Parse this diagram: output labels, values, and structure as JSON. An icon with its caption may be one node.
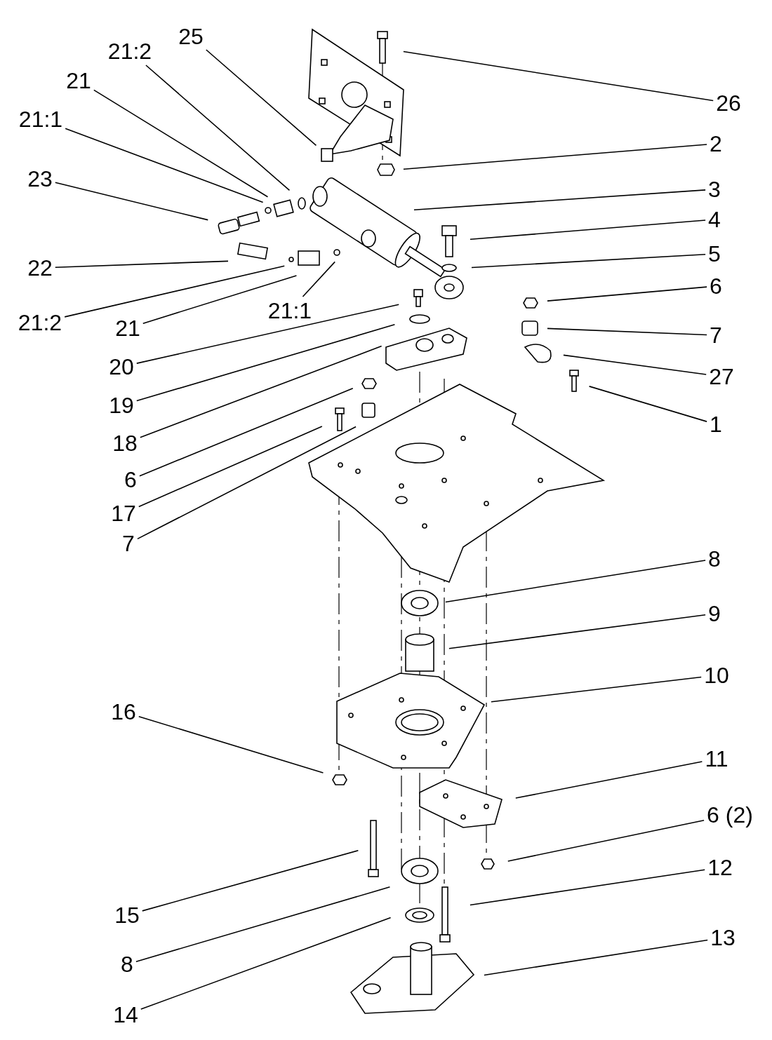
{
  "diagram": {
    "nodes": [
      {
        "text": [
          "25"
        ]
      },
      {
        "text": [
          "21:2"
        ]
      },
      {
        "text": [
          "21"
        ]
      },
      {
        "text": [
          "26"
        ]
      },
      {
        "text": [
          "21:1"
        ]
      },
      {
        "text": [
          "2"
        ]
      },
      {
        "text": [
          "23"
        ]
      },
      {
        "text": [
          "3"
        ]
      },
      {
        "text": [
          "4"
        ]
      },
      {
        "text": [
          "22"
        ]
      },
      {
        "text": [
          "5"
        ]
      },
      {
        "text": [
          "21:2"
        ]
      },
      {
        "text": [
          "21"
        ]
      },
      {
        "text": [
          "21:1"
        ]
      },
      {
        "text": [
          "6"
        ]
      },
      {
        "text": [
          "20"
        ]
      },
      {
        "text": [
          "7"
        ]
      },
      {
        "text": [
          "19"
        ]
      },
      {
        "text": [
          "27"
        ]
      },
      {
        "text": [
          "18"
        ]
      },
      {
        "text": [
          "1"
        ]
      },
      {
        "text": [
          "6"
        ]
      },
      {
        "text": [
          "17"
        ]
      },
      {
        "text": [
          "7"
        ]
      },
      {
        "text": [
          "8"
        ]
      },
      {
        "text": [
          "9"
        ]
      },
      {
        "text": [
          "10"
        ]
      },
      {
        "text": [
          "16"
        ]
      },
      {
        "text": [
          "11"
        ]
      },
      {
        "text": [
          "6 (2)"
        ]
      },
      {
        "text": [
          "12"
        ]
      },
      {
        "text": [
          "15"
        ]
      },
      {
        "text": [
          "8"
        ]
      },
      {
        "text": [
          "13"
        ]
      },
      {
        "text": [
          "14"
        ]
      }
    ],
    "edges": [
      {
        "from": 0,
        "to": null,
        "arrow": "none"
      },
      {
        "from": 1,
        "to": null,
        "arrow": "none"
      },
      {
        "from": 2,
        "to": null,
        "arrow": "none"
      },
      {
        "from": 3,
        "to": null,
        "arrow": "none"
      },
      {
        "from": 4,
        "to": null,
        "arrow": "none"
      },
      {
        "from": 5,
        "to": null,
        "arrow": "none"
      },
      {
        "from": 6,
        "to": null,
        "arrow": "none"
      },
      {
        "from": 7,
        "to": null,
        "arrow": "none"
      },
      {
        "from": 8,
        "to": null,
        "arrow": "none"
      },
      {
        "from": 9,
        "to": null,
        "arrow": "none"
      },
      {
        "from": 10,
        "to": null,
        "arrow": "none"
      },
      {
        "from": 11,
        "to": null,
        "arrow": "none"
      },
      {
        "from": 12,
        "to": null,
        "arrow": "none"
      },
      {
        "from": 13,
        "to": null,
        "arrow": "none"
      },
      {
        "from": 14,
        "to": null,
        "arrow": "none"
      },
      {
        "from": 15,
        "to": null,
        "arrow": "none"
      },
      {
        "from": 16,
        "to": null,
        "arrow": "none"
      },
      {
        "from": 17,
        "to": null,
        "arrow": "none"
      },
      {
        "from": 18,
        "to": null,
        "arrow": "none"
      },
      {
        "from": 19,
        "to": null,
        "arrow": "none"
      },
      {
        "from": 20,
        "to": null,
        "arrow": "none"
      },
      {
        "from": 21,
        "to": null,
        "arrow": "none"
      },
      {
        "from": 22,
        "to": null,
        "arrow": "none"
      },
      {
        "from": 23,
        "to": null,
        "arrow": "none"
      },
      {
        "from": 24,
        "to": null,
        "arrow": "none"
      },
      {
        "from": 25,
        "to": null,
        "arrow": "none"
      },
      {
        "from": 26,
        "to": null,
        "arrow": "none"
      },
      {
        "from": 27,
        "to": null,
        "arrow": "none"
      },
      {
        "from": 28,
        "to": null,
        "arrow": "none"
      },
      {
        "from": 29,
        "to": null,
        "arrow": "none"
      },
      {
        "from": 30,
        "to": null,
        "arrow": "none"
      },
      {
        "from": 31,
        "to": null,
        "arrow": "none"
      },
      {
        "from": 32,
        "to": null,
        "arrow": "none"
      },
      {
        "from": 33,
        "to": null,
        "arrow": "none"
      },
      {
        "from": 34,
        "to": null,
        "arrow": "none"
      }
    ]
  }
}
